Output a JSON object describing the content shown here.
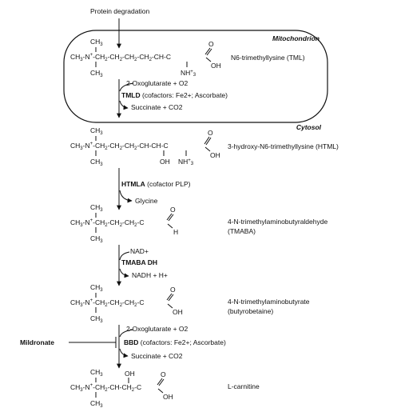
{
  "top_label": "Protein degradation",
  "compartments": {
    "mitochondrion": "Mitochondrion",
    "cytosol": "Cytosol"
  },
  "molecules": [
    {
      "name": "N6-trimethyllysine (TML)",
      "backbone": "CH3-N+-CH2-CH2-CH2-CH2-CH-C",
      "top_group": "CH3",
      "bottom_group": "CH3",
      "sub_groups": [
        "NH3+"
      ],
      "acid": "OH"
    },
    {
      "name": "3-hydroxy-N6-trimethyllysine (HTML)",
      "backbone": "CH3-N+-CH2-CH2-CH2-CH-CH-C",
      "top_group": "CH3",
      "bottom_group": "CH3",
      "sub_groups": [
        "OH",
        "NH3+"
      ],
      "acid": "OH"
    },
    {
      "name": "4-N-trimethylaminobutyraldehyde",
      "name2": "(TMABA)",
      "backbone": "CH3-N+-CH2-CH2-CH2-C",
      "top_group": "CH3",
      "bottom_group": "CH3",
      "sub_groups": [],
      "acid": "H"
    },
    {
      "name": "4-N-trimethylaminobutyrate",
      "name2": "(butyrobetaine)",
      "backbone": "CH3-N+-CH2-CH2-CH2-C",
      "top_group": "CH3",
      "bottom_group": "CH3",
      "sub_groups": [],
      "acid": "OH"
    },
    {
      "name": "L-carnitine",
      "backbone": "CH3-N+-CH2-CH-CH2-C",
      "top_group": "CH3",
      "bottom_group": "CH3",
      "sub_groups": [
        "OH"
      ],
      "acid": "OH"
    }
  ],
  "reactions": [
    {
      "substrate_in": "2-Oxoglutarate + O2",
      "enzyme": "TMLD",
      "cofactors": "(cofactors: Fe2+; Ascorbate)",
      "product_out": "Succinate + CO2"
    },
    {
      "enzyme": "HTMLA",
      "cofactors": "(cofactor PLP)",
      "product_out": "Glycine"
    },
    {
      "substrate_in": "NAD+",
      "enzyme": "TMABA DH",
      "product_out": "NADH + H+"
    },
    {
      "substrate_in": "2-Oxoglutarate + O2",
      "enzyme": "BBD",
      "cofactors": "(cofactors: Fe2+; Ascorbate)",
      "product_out": "Succinate + CO2"
    }
  ],
  "inhibitor": "Mildronate"
}
